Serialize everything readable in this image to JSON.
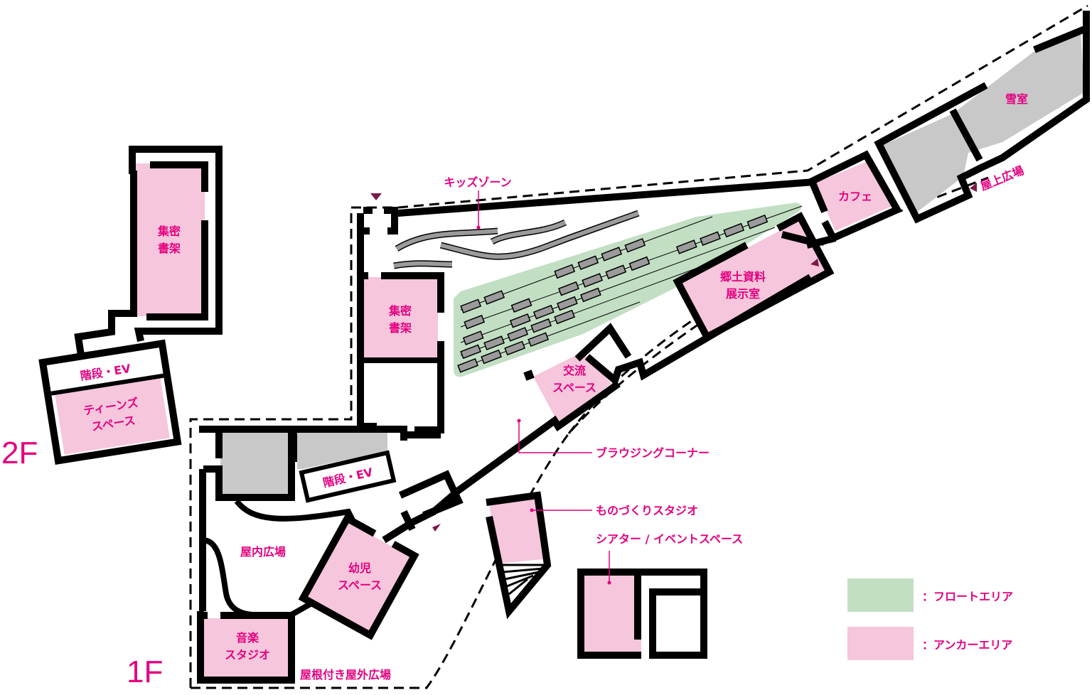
{
  "floors": {
    "second": {
      "label": "2F"
    },
    "first": {
      "label": "1F"
    }
  },
  "rooms_2f": {
    "compact_stacks": "集密書架",
    "compact_stacks_lines": [
      "集密",
      "書架"
    ],
    "stairs_ev": "階段・EV",
    "teens_space_lines": [
      "ティーンズ",
      "スペース"
    ]
  },
  "rooms_1f": {
    "compact_stacks_lines": [
      "集密",
      "書架"
    ],
    "kids_zone": "キッズゾーン",
    "local_archives_lines": [
      "郷土資料",
      "展示室"
    ],
    "cafe": "カフェ",
    "snow_room": "雪室",
    "rooftop_plaza": "屋上広場",
    "exchange_space_lines": [
      "交流",
      "スペース"
    ],
    "browsing_corner": "ブラウジングコーナー",
    "stairs_ev": "階段・EV",
    "indoor_plaza": "屋内広場",
    "infant_space_lines": [
      "幼児",
      "スペース"
    ],
    "music_studio_lines": [
      "音楽",
      "スタジオ"
    ],
    "covered_outdoor_plaza": "屋根付き屋外広場",
    "making_studio": "ものづくりスタジオ",
    "theater_event_space": "シアター / イベントスペース"
  },
  "legend": {
    "items": [
      {
        "label": "：フロートエリア",
        "color": "#c2dfc4"
      },
      {
        "label": "：アンカーエリア",
        "color": "#f5c6dc"
      }
    ]
  },
  "colors": {
    "accent_text": "#e4007f",
    "anchor_area": "#f5c6dc",
    "float_area": "#c2dfc4",
    "service_area": "#c8c8c8",
    "wall": "#000000",
    "entrance_marker": "#7a1a4a"
  },
  "icons": {
    "entrance_marker": "triangle"
  }
}
